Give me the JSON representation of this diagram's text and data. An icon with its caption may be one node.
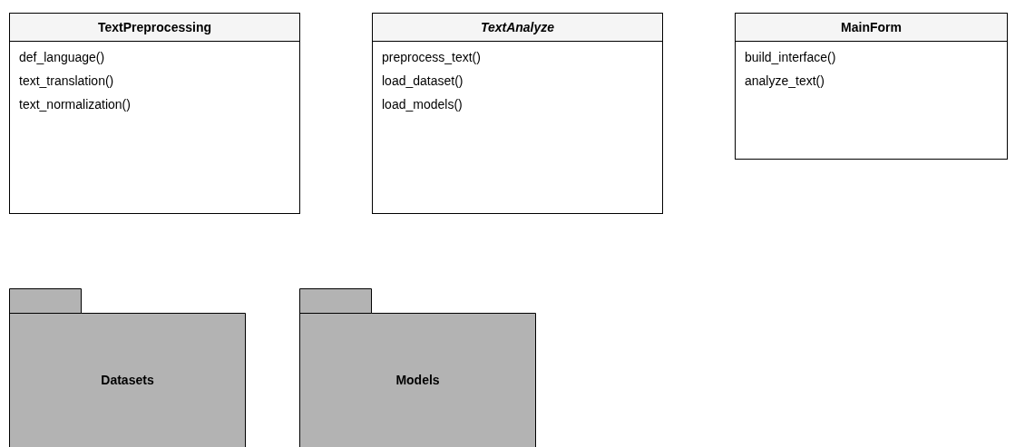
{
  "diagram": {
    "nodes": [
      {
        "text": [
          "TextPreprocessing",
          "def_language()",
          "text_translation()",
          "text_normalization()"
        ]
      },
      {
        "text": [
          "TextAnalyze",
          "preprocess_text()",
          "load_dataset()",
          "load_models()"
        ]
      },
      {
        "text": [
          "MainForm",
          "build_interface()",
          "analyze_text()"
        ]
      },
      {
        "text": [
          "Datasets"
        ]
      },
      {
        "text": [
          "Models"
        ]
      }
    ],
    "edges": []
  }
}
